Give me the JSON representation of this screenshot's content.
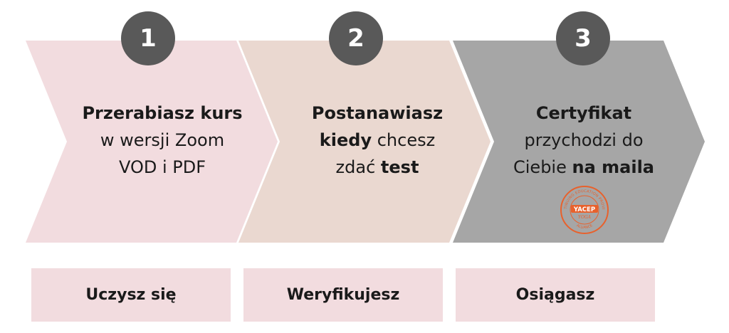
{
  "colors": {
    "step1": "#f2dcdf",
    "step2": "#ead8d0",
    "step3": "#a6a6a6",
    "badge": "#595959",
    "box": "#f2dcdf",
    "seal": "#e8612c"
  },
  "steps": [
    {
      "number": "1",
      "line1_bold": "Przerabiasz kurs",
      "line2": "w wersji Zoom",
      "line3": "VOD i PDF"
    },
    {
      "number": "2",
      "line1_bold": "Postanawiasz",
      "line2_bold": "kiedy",
      "line2_rest": " chcesz",
      "line3": "zdać ",
      "line3_bold": "test"
    },
    {
      "number": "3",
      "line1_bold": "Certyfikat",
      "line2": "przychodzi do",
      "line3": "Ciebie ",
      "line3_bold": "na maila",
      "seal": {
        "label": "YACEP",
        "sub": "YOGA",
        "ring": "CONTINUING EDUCATION PROVIDER",
        "bottom": "ALLIANCE"
      }
    }
  ],
  "boxes": [
    "Uczysz się",
    "Weryfikujesz",
    "Osiągasz"
  ]
}
